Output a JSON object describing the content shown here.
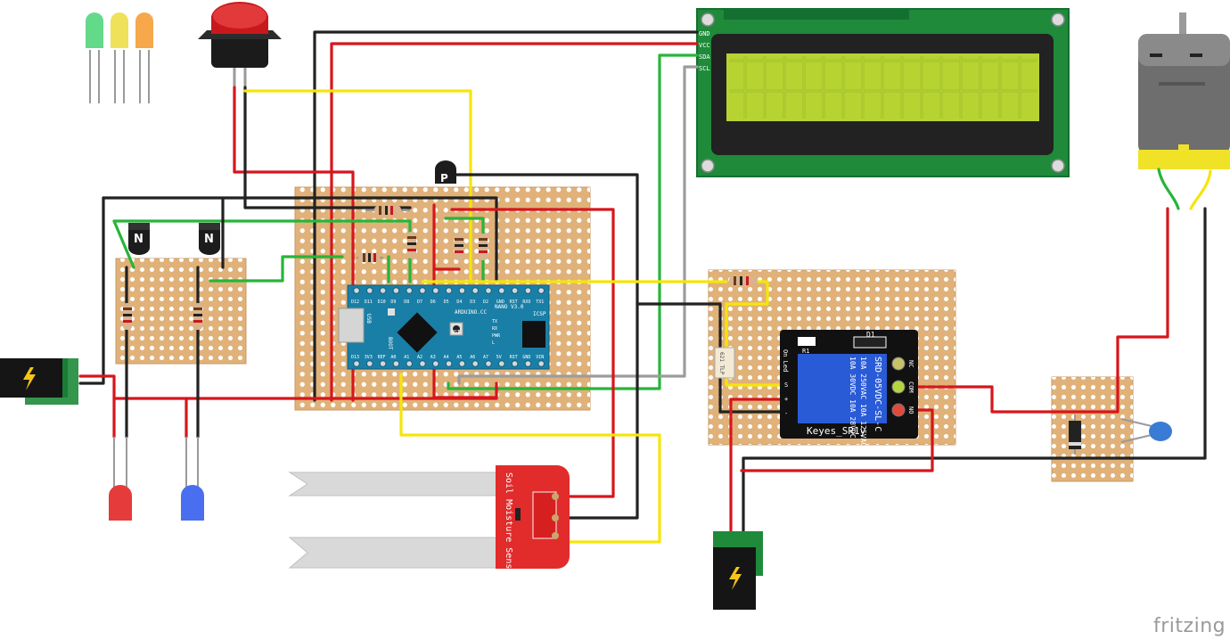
{
  "brand": {
    "text": "fritzing"
  },
  "lcd": {
    "pins": [
      "GND",
      "VCC",
      "SDA",
      "SCL"
    ]
  },
  "arduino": {
    "top_pins": [
      "D12",
      "D11",
      "D10",
      "D9",
      "D8",
      "D7",
      "D6",
      "D5",
      "D4",
      "D3",
      "D2",
      "GND",
      "RST",
      "RXO",
      "TX1"
    ],
    "bottom_pins": [
      "D13",
      "3V3",
      "REF",
      "A0",
      "A1",
      "A2",
      "A3",
      "A4",
      "A5",
      "A6",
      "A7",
      "5V",
      "RST",
      "GND",
      "VIN"
    ],
    "brand_text": "ARDUINO.CC",
    "model_text": "NANO V3.0",
    "usb_text": "USB",
    "boot_text": "BOOT",
    "icsp_text": "ICSP",
    "rst_text": "RST",
    "pwr_text": "PWR",
    "tx_text": "TX",
    "rx_text": "RX",
    "l_text": "L"
  },
  "transistors": {
    "npn_label": "N",
    "pnp_label": "P"
  },
  "relay": {
    "model": "SRD-05VDC-SL-C",
    "rating1": "10A 250VAC  10A 125VAC",
    "rating2": "10A 30VDC  10A 28VDC",
    "brand": "Keyes_SR1y",
    "d1": "D1",
    "r1": "R1",
    "led": "On Led",
    "terminals": [
      "NC",
      "COM",
      "NO"
    ],
    "inputs": [
      "S",
      "+",
      "-"
    ],
    "chip": "621 TLP"
  },
  "sensor": {
    "label": "Soil Moisture Sensor"
  },
  "colors": {
    "red_wire": "#d6161c",
    "black_wire": "#222222",
    "yellow_wire": "#f5e50a",
    "green_wire": "#27b53a",
    "gray_wire": "#9c9c9c",
    "stripboard": "#e0b27a",
    "lcd_screen": "#b7d335",
    "arduino_blue": "#1a7fa6",
    "relay_blue": "#2a5bd7",
    "sensor_red": "#e22b2b"
  }
}
